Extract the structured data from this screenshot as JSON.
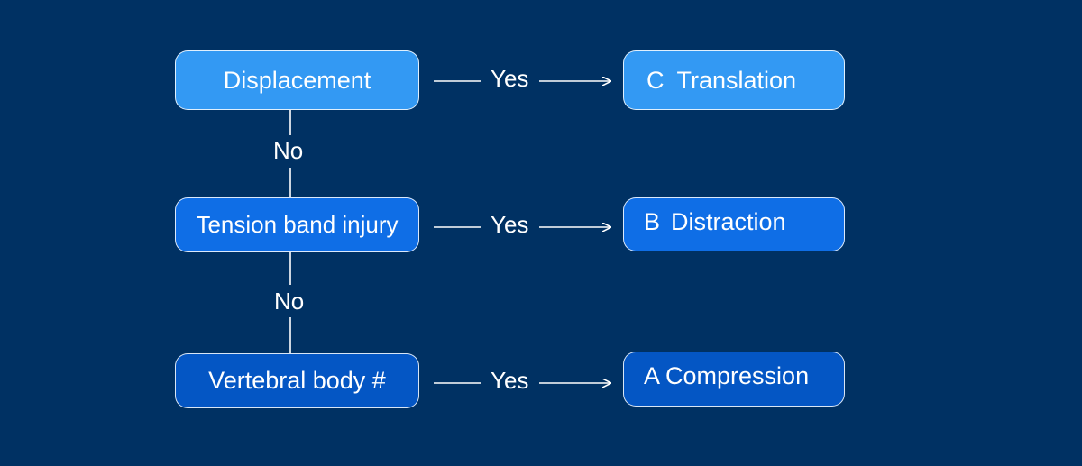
{
  "diagram": {
    "nodes": {
      "displacement": "Displacement",
      "tension_band_injury": "Tension band injury",
      "vertebral_body": "Vertebral body #",
      "translation_code": "C",
      "translation_text": "Translation",
      "distraction_code": "B",
      "distraction_text": "Distraction",
      "compression": "A Compression"
    },
    "edge_labels": {
      "yes_1": "Yes",
      "yes_2": "Yes",
      "yes_3": "Yes",
      "no_1": "No",
      "no_2": "No"
    },
    "colors": {
      "background": "#003163",
      "level_1": "#3399f3",
      "level_2": "#0f6ee6",
      "level_3": "#0456c4",
      "lines": "#ffffff"
    }
  }
}
